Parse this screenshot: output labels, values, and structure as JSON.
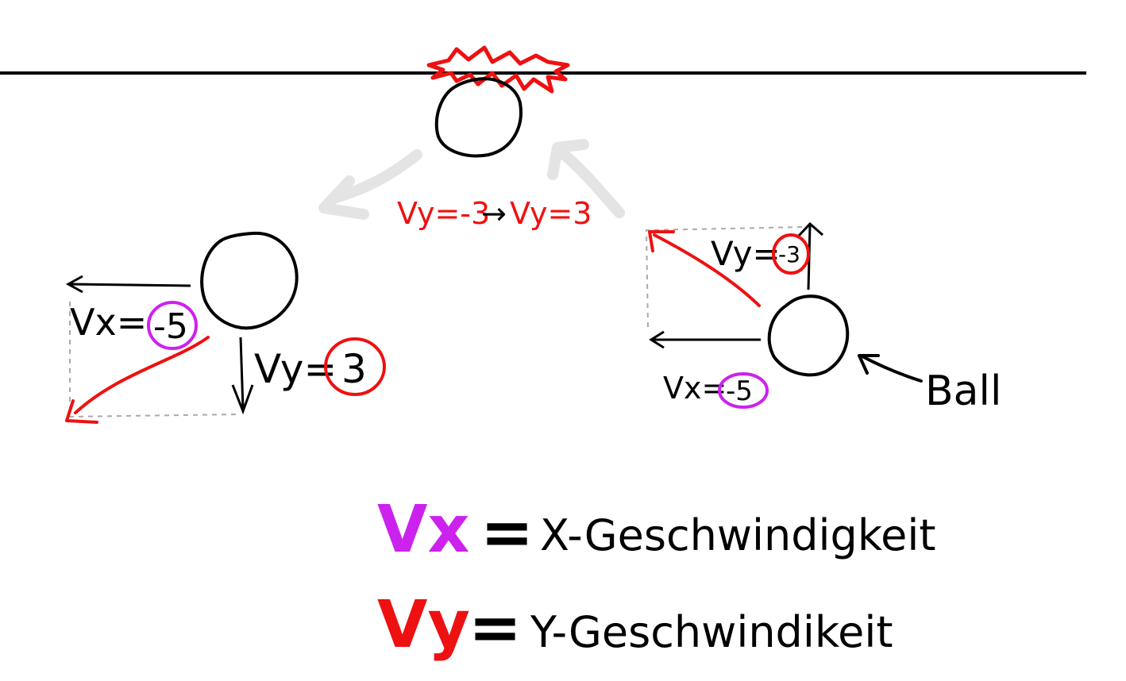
{
  "colors": {
    "ink": "#000000",
    "vx_accent": "#cc22ee",
    "vy_accent": "#ee1111",
    "ghost_arrow": "#e4e4e4",
    "guide_dash": "#aaaaaa",
    "background": "#ffffff"
  },
  "top_ball": {
    "transition_label_before": "Vy=-3",
    "transition_label_arrow": "→",
    "transition_label_after": "Vy=3"
  },
  "left_ball": {
    "vx_label": "Vx=",
    "vx_value": "-5",
    "vy_label": "Vy=",
    "vy_value": "3"
  },
  "right_ball": {
    "vy_label": "Vy=",
    "vy_value": "-3",
    "vx_label": "Vx=",
    "vx_value": "-5",
    "ball_label": "Ball"
  },
  "legend": {
    "vx_symbol": "Vx",
    "vx_equals": "=",
    "vx_text": "X-Geschwindigkeit",
    "vy_symbol": "Vy",
    "vy_equals": "=",
    "vy_text": "Y-Geschwindikeit"
  }
}
